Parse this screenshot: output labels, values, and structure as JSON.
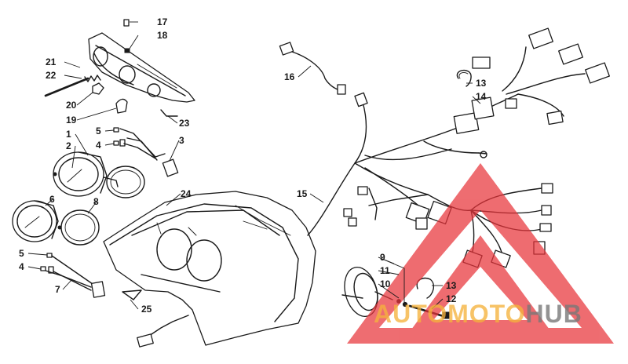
{
  "callouts": {
    "c1": "1",
    "c2": "2",
    "c3": "3",
    "c4": "4",
    "c5": "5",
    "c6": "6",
    "c7": "7",
    "c8": "8",
    "c9": "9",
    "c10": "10",
    "c11": "11",
    "c12": "12",
    "c13": "13",
    "c13b": "13",
    "c14": "14",
    "c15": "15",
    "c16": "16",
    "c17": "17",
    "c18": "18",
    "c19": "19",
    "c20": "20",
    "c21": "21",
    "c22": "22",
    "c23": "23",
    "c24": "24",
    "c25": "25",
    "c4b": "4",
    "c5b": "5"
  },
  "watermark": {
    "brand_part1": "AUTOMOTO",
    "brand_part2": "HUB",
    "color_triangle": "#e8343a",
    "color_text1": "#f5b23c",
    "color_text2": "#787878"
  }
}
